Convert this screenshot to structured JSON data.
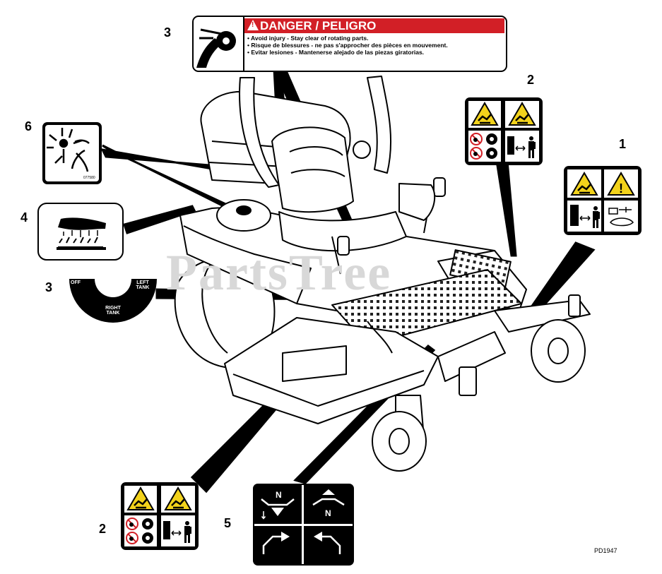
{
  "callouts": [
    "3",
    "2",
    "1",
    "6",
    "4",
    "3",
    "2",
    "5"
  ],
  "danger_decal": {
    "heading": "DANGER / PELIGRO",
    "lines": [
      "• Avoid injury - Stay clear of rotating parts.",
      "• Risque de blessures - ne pas s'approcher des pièces en mouvement.",
      "• Evitar lesiones - Mantenerse alejado de las piezas giratorias."
    ]
  },
  "fuel_decal": {
    "off": "OFF",
    "left_tank": "LEFT TANK",
    "right_tank": "RIGHT TANK"
  },
  "decal_5": {
    "neutral": "N"
  },
  "decal_6_code": "077580",
  "watermark": "PartsTree",
  "diagram_code": "PD1947",
  "colors": {
    "danger_red": "#d21f26",
    "warning_yellow": "#f2d21b",
    "prohibition_red": "#d21f26"
  }
}
